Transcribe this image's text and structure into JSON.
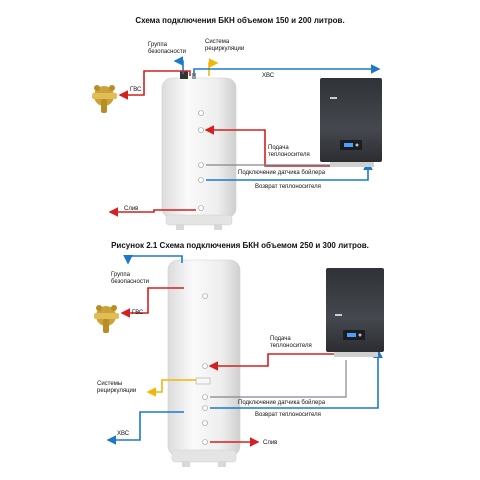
{
  "diagram1": {
    "title": "Схема подключения БКН объемом 150 и 200 литров.",
    "labels": {
      "safety_group_line1": "Группа",
      "safety_group_line2": "безопасности",
      "recirc_line1": "Система",
      "recirc_line2": "рециркуляции",
      "cold_water": "ХВС",
      "hot_water": "ГВС",
      "supply_line1": "Подача",
      "supply_line2": "теплоносителя",
      "sensor": "Подключение датчика бойлера",
      "return": "Возврат теплоносителя",
      "drain": "Слив"
    }
  },
  "diagram2": {
    "title": "Рисунок 2.1 Схема подключения БКН объемом 250 и 300 литров.",
    "labels": {
      "safety_group_line1": "Группа",
      "safety_group_line2": "безопасности",
      "hot_water": "ГВС",
      "supply_line1": "Подача",
      "supply_line2": "теплоносителя",
      "recirc_line1": "Системы",
      "recirc_line2": "рециркуляции",
      "sensor": "Подключение датчика бойлера",
      "return": "Возврат теплоносителя",
      "cold_water": "ХВС",
      "drain": "Слив"
    }
  },
  "colors": {
    "hot": "#d42020",
    "cold": "#1e78c8",
    "recirc": "#f2b705",
    "sensor": "#808890",
    "boiler_dark": "#3a3d42",
    "tank": "#f2f2f2"
  }
}
